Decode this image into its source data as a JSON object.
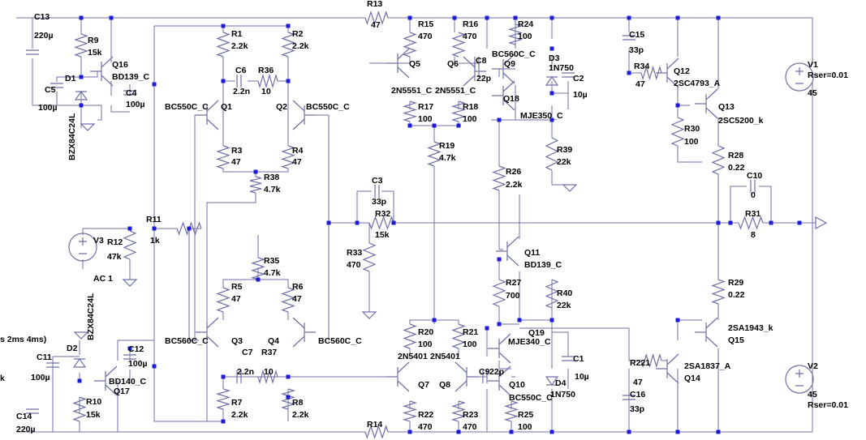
{
  "labels": [
    {
      "id": "c13",
      "text": "C13"
    },
    {
      "id": "c13v",
      "text": "220µ"
    },
    {
      "id": "r9",
      "text": "R9"
    },
    {
      "id": "r9v",
      "text": "15k"
    },
    {
      "id": "q16",
      "text": "Q16"
    },
    {
      "id": "q16m",
      "text": "BD139_C"
    },
    {
      "id": "d1",
      "text": "D1"
    },
    {
      "id": "c5",
      "text": "C5"
    },
    {
      "id": "c5v",
      "text": "100µ"
    },
    {
      "id": "c4",
      "text": "C4"
    },
    {
      "id": "c4v",
      "text": "100µ"
    },
    {
      "id": "bzx1",
      "text": "BZX84C24L"
    },
    {
      "id": "r13",
      "text": "R13"
    },
    {
      "id": "r13v",
      "text": "47"
    },
    {
      "id": "r1",
      "text": "R1"
    },
    {
      "id": "r1v",
      "text": "2.2k"
    },
    {
      "id": "r2",
      "text": "R2"
    },
    {
      "id": "r2v",
      "text": "2.2k"
    },
    {
      "id": "c6",
      "text": "C6"
    },
    {
      "id": "c6v",
      "text": "2.2n"
    },
    {
      "id": "r36",
      "text": "R36"
    },
    {
      "id": "r36v",
      "text": "10"
    },
    {
      "id": "q1m",
      "text": "BC550C_C"
    },
    {
      "id": "q1",
      "text": "Q1"
    },
    {
      "id": "q2",
      "text": "Q2"
    },
    {
      "id": "q2m",
      "text": "BC550C_C"
    },
    {
      "id": "r3",
      "text": "R3"
    },
    {
      "id": "r3v",
      "text": "47"
    },
    {
      "id": "r4",
      "text": "R4"
    },
    {
      "id": "r4v",
      "text": "47"
    },
    {
      "id": "r38",
      "text": "R38"
    },
    {
      "id": "r38v",
      "text": "4.7k"
    },
    {
      "id": "r15",
      "text": "R15"
    },
    {
      "id": "r15v",
      "text": "470"
    },
    {
      "id": "r16",
      "text": "R16"
    },
    {
      "id": "r16v",
      "text": "470"
    },
    {
      "id": "r24",
      "text": "R24"
    },
    {
      "id": "r24v",
      "text": "100"
    },
    {
      "id": "q5",
      "text": "Q5"
    },
    {
      "id": "q6",
      "text": "Q6"
    },
    {
      "id": "c8",
      "text": "C8"
    },
    {
      "id": "q9",
      "text": "Q9"
    },
    {
      "id": "q9m",
      "text": "BC560C_C"
    },
    {
      "id": "d3",
      "text": "D3"
    },
    {
      "id": "d3m",
      "text": "1N750"
    },
    {
      "id": "q5m",
      "text": "2N5551_C"
    },
    {
      "id": "q6m",
      "text": "2N5551_C"
    },
    {
      "id": "c8v",
      "text": "22p"
    },
    {
      "id": "c2",
      "text": "C2"
    },
    {
      "id": "c2v",
      "text": "10µ"
    },
    {
      "id": "q18",
      "text": "Q18"
    },
    {
      "id": "q18m",
      "text": "MJE350_C"
    },
    {
      "id": "r17",
      "text": "R17"
    },
    {
      "id": "r17v",
      "text": "100"
    },
    {
      "id": "r18",
      "text": "R18"
    },
    {
      "id": "r18v",
      "text": "100"
    },
    {
      "id": "c15",
      "text": "C15"
    },
    {
      "id": "c15v",
      "text": "33p"
    },
    {
      "id": "r34",
      "text": "R34"
    },
    {
      "id": "r34v",
      "text": "47"
    },
    {
      "id": "q12",
      "text": "Q12"
    },
    {
      "id": "q12m",
      "text": "2SC4793_A"
    },
    {
      "id": "q13",
      "text": "Q13"
    },
    {
      "id": "q13m",
      "text": "2SC5200_k"
    },
    {
      "id": "r30",
      "text": "R30"
    },
    {
      "id": "r30v",
      "text": "100"
    },
    {
      "id": "r28",
      "text": "R28"
    },
    {
      "id": "r28v",
      "text": "0.22"
    },
    {
      "id": "v1",
      "text": "V1"
    },
    {
      "id": "v1s",
      "text": "Rser=0.01"
    },
    {
      "id": "v1v",
      "text": "45"
    },
    {
      "id": "r19",
      "text": "R19"
    },
    {
      "id": "r19v",
      "text": "4.7k"
    },
    {
      "id": "r39",
      "text": "R39"
    },
    {
      "id": "r39v",
      "text": "22k"
    },
    {
      "id": "r26",
      "text": "R26"
    },
    {
      "id": "r26v",
      "text": "2.2k"
    },
    {
      "id": "c3",
      "text": "C3"
    },
    {
      "id": "c3v",
      "text": "33p"
    },
    {
      "id": "r32",
      "text": "R32"
    },
    {
      "id": "r32v",
      "text": "15k"
    },
    {
      "id": "c10",
      "text": "C10"
    },
    {
      "id": "c10v",
      "text": "0"
    },
    {
      "id": "r31",
      "text": "R31"
    },
    {
      "id": "r31v",
      "text": "8"
    },
    {
      "id": "r11",
      "text": "R11"
    },
    {
      "id": "r11v",
      "text": "1k"
    },
    {
      "id": "v3",
      "text": "V3"
    },
    {
      "id": "r12",
      "text": "R12"
    },
    {
      "id": "r12v",
      "text": "47k"
    },
    {
      "id": "ac",
      "text": "AC 1"
    },
    {
      "id": "r33",
      "text": "R33"
    },
    {
      "id": "r33v",
      "text": "470"
    },
    {
      "id": "q11",
      "text": "Q11"
    },
    {
      "id": "q11m",
      "text": "BD139_C"
    },
    {
      "id": "r35",
      "text": "R35"
    },
    {
      "id": "r35v",
      "text": "4.7k"
    },
    {
      "id": "r5",
      "text": "R5"
    },
    {
      "id": "r5v",
      "text": "47"
    },
    {
      "id": "r6",
      "text": "R6"
    },
    {
      "id": "r6v",
      "text": "47"
    },
    {
      "id": "r27",
      "text": "R27"
    },
    {
      "id": "r27v",
      "text": "700"
    },
    {
      "id": "r40",
      "text": "R40"
    },
    {
      "id": "r40v",
      "text": "22k"
    },
    {
      "id": "r29",
      "text": "R29"
    },
    {
      "id": "r29v",
      "text": "0.22"
    },
    {
      "id": "bzx2",
      "text": "BZX84C24L"
    },
    {
      "id": "lms",
      "text": "s 2ms 4ms)"
    },
    {
      "id": "d2",
      "text": "D2"
    },
    {
      "id": "c12",
      "text": "C12"
    },
    {
      "id": "c12v",
      "text": "100µ"
    },
    {
      "id": "c11",
      "text": "C11"
    },
    {
      "id": "c11v",
      "text": "100µ"
    },
    {
      "id": "q17m",
      "text": "BD140_C"
    },
    {
      "id": "q17",
      "text": "Q17"
    },
    {
      "id": "lk",
      "text": "k"
    },
    {
      "id": "r10",
      "text": "R10"
    },
    {
      "id": "r10v",
      "text": "15k"
    },
    {
      "id": "c14",
      "text": "C14"
    },
    {
      "id": "c14v",
      "text": "220µ"
    },
    {
      "id": "q3m",
      "text": "BC560C_C"
    },
    {
      "id": "q3",
      "text": "Q3"
    },
    {
      "id": "q4",
      "text": "Q4"
    },
    {
      "id": "q4m",
      "text": "BC560C_C"
    },
    {
      "id": "c7",
      "text": "C7"
    },
    {
      "id": "c7v",
      "text": "2.2n"
    },
    {
      "id": "r37",
      "text": "R37"
    },
    {
      "id": "r37v",
      "text": "10"
    },
    {
      "id": "r7",
      "text": "R7"
    },
    {
      "id": "r7v",
      "text": "2.2k"
    },
    {
      "id": "r8",
      "text": "R8"
    },
    {
      "id": "r8v",
      "text": "2.2k"
    },
    {
      "id": "r14",
      "text": "R14"
    },
    {
      "id": "r20",
      "text": "R20"
    },
    {
      "id": "r20v",
      "text": "100"
    },
    {
      "id": "r21",
      "text": "R21"
    },
    {
      "id": "r21v",
      "text": "100"
    },
    {
      "id": "q7m",
      "text": "2N5401"
    },
    {
      "id": "q8m",
      "text": "2N5401"
    },
    {
      "id": "q7",
      "text": "Q7"
    },
    {
      "id": "q8",
      "text": "Q8"
    },
    {
      "id": "c9",
      "text": "C9"
    },
    {
      "id": "c9v",
      "text": "22p"
    },
    {
      "id": "q19",
      "text": "Q19"
    },
    {
      "id": "q19m",
      "text": "MJE340_C"
    },
    {
      "id": "c1",
      "text": "C1"
    },
    {
      "id": "c1v",
      "text": "10µ"
    },
    {
      "id": "q10",
      "text": "Q10"
    },
    {
      "id": "d4",
      "text": "D4"
    },
    {
      "id": "q10m",
      "text": "BC550C_C"
    },
    {
      "id": "d4m",
      "text": "1N750"
    },
    {
      "id": "r22",
      "text": "R22"
    },
    {
      "id": "r22v",
      "text": "470"
    },
    {
      "id": "r23",
      "text": "R23"
    },
    {
      "id": "r23v",
      "text": "470"
    },
    {
      "id": "r25",
      "text": "R25"
    },
    {
      "id": "r25v",
      "text": "100"
    },
    {
      "id": "r221",
      "text": "R221"
    },
    {
      "id": "r221v",
      "text": "47"
    },
    {
      "id": "c16",
      "text": "C16"
    },
    {
      "id": "c16v",
      "text": "33p"
    },
    {
      "id": "q15m",
      "text": "2SA1943_k"
    },
    {
      "id": "q15",
      "text": "Q15"
    },
    {
      "id": "q14m",
      "text": "2SA1837_A"
    },
    {
      "id": "q14",
      "text": "Q14"
    },
    {
      "id": "v2",
      "text": "V2"
    },
    {
      "id": "v2v",
      "text": "45"
    },
    {
      "id": "v2s",
      "text": "Rser=0.01"
    }
  ]
}
